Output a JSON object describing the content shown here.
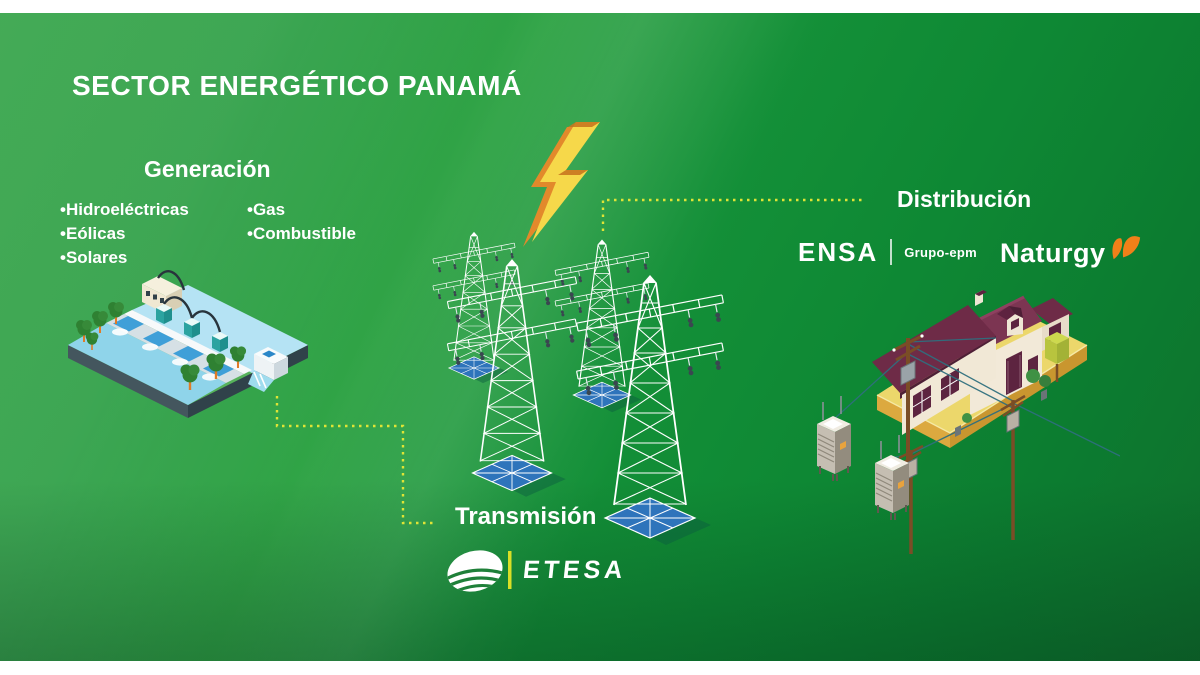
{
  "page": {
    "title": "SECTOR ENERGÉTICO PANAMÁ"
  },
  "generation": {
    "heading": "Generación",
    "col1": [
      "•Hidroeléctricas",
      "•Eólicas",
      "•Solares"
    ],
    "col2": [
      "•Gas",
      "•Combustible"
    ]
  },
  "transmission": {
    "heading": "Transmisión",
    "operator": "ETESA"
  },
  "distribution": {
    "heading": "Distribución",
    "ensa": "ENSA",
    "grupo_epm": "Grupo-epm",
    "naturgy": "Naturgy"
  },
  "colors": {
    "background_green": "#149038",
    "dash_yellow": "#dfe436",
    "bolt_yellow": "#f6d84a",
    "bolt_orange": "#e2892b",
    "tower_white": "#ffffff",
    "tower_base_blue": "#2e74bb",
    "naturgy_orange": "#f08019",
    "roof_maroon": "#6e2b47",
    "platform_yellow": "#ecd76b"
  }
}
